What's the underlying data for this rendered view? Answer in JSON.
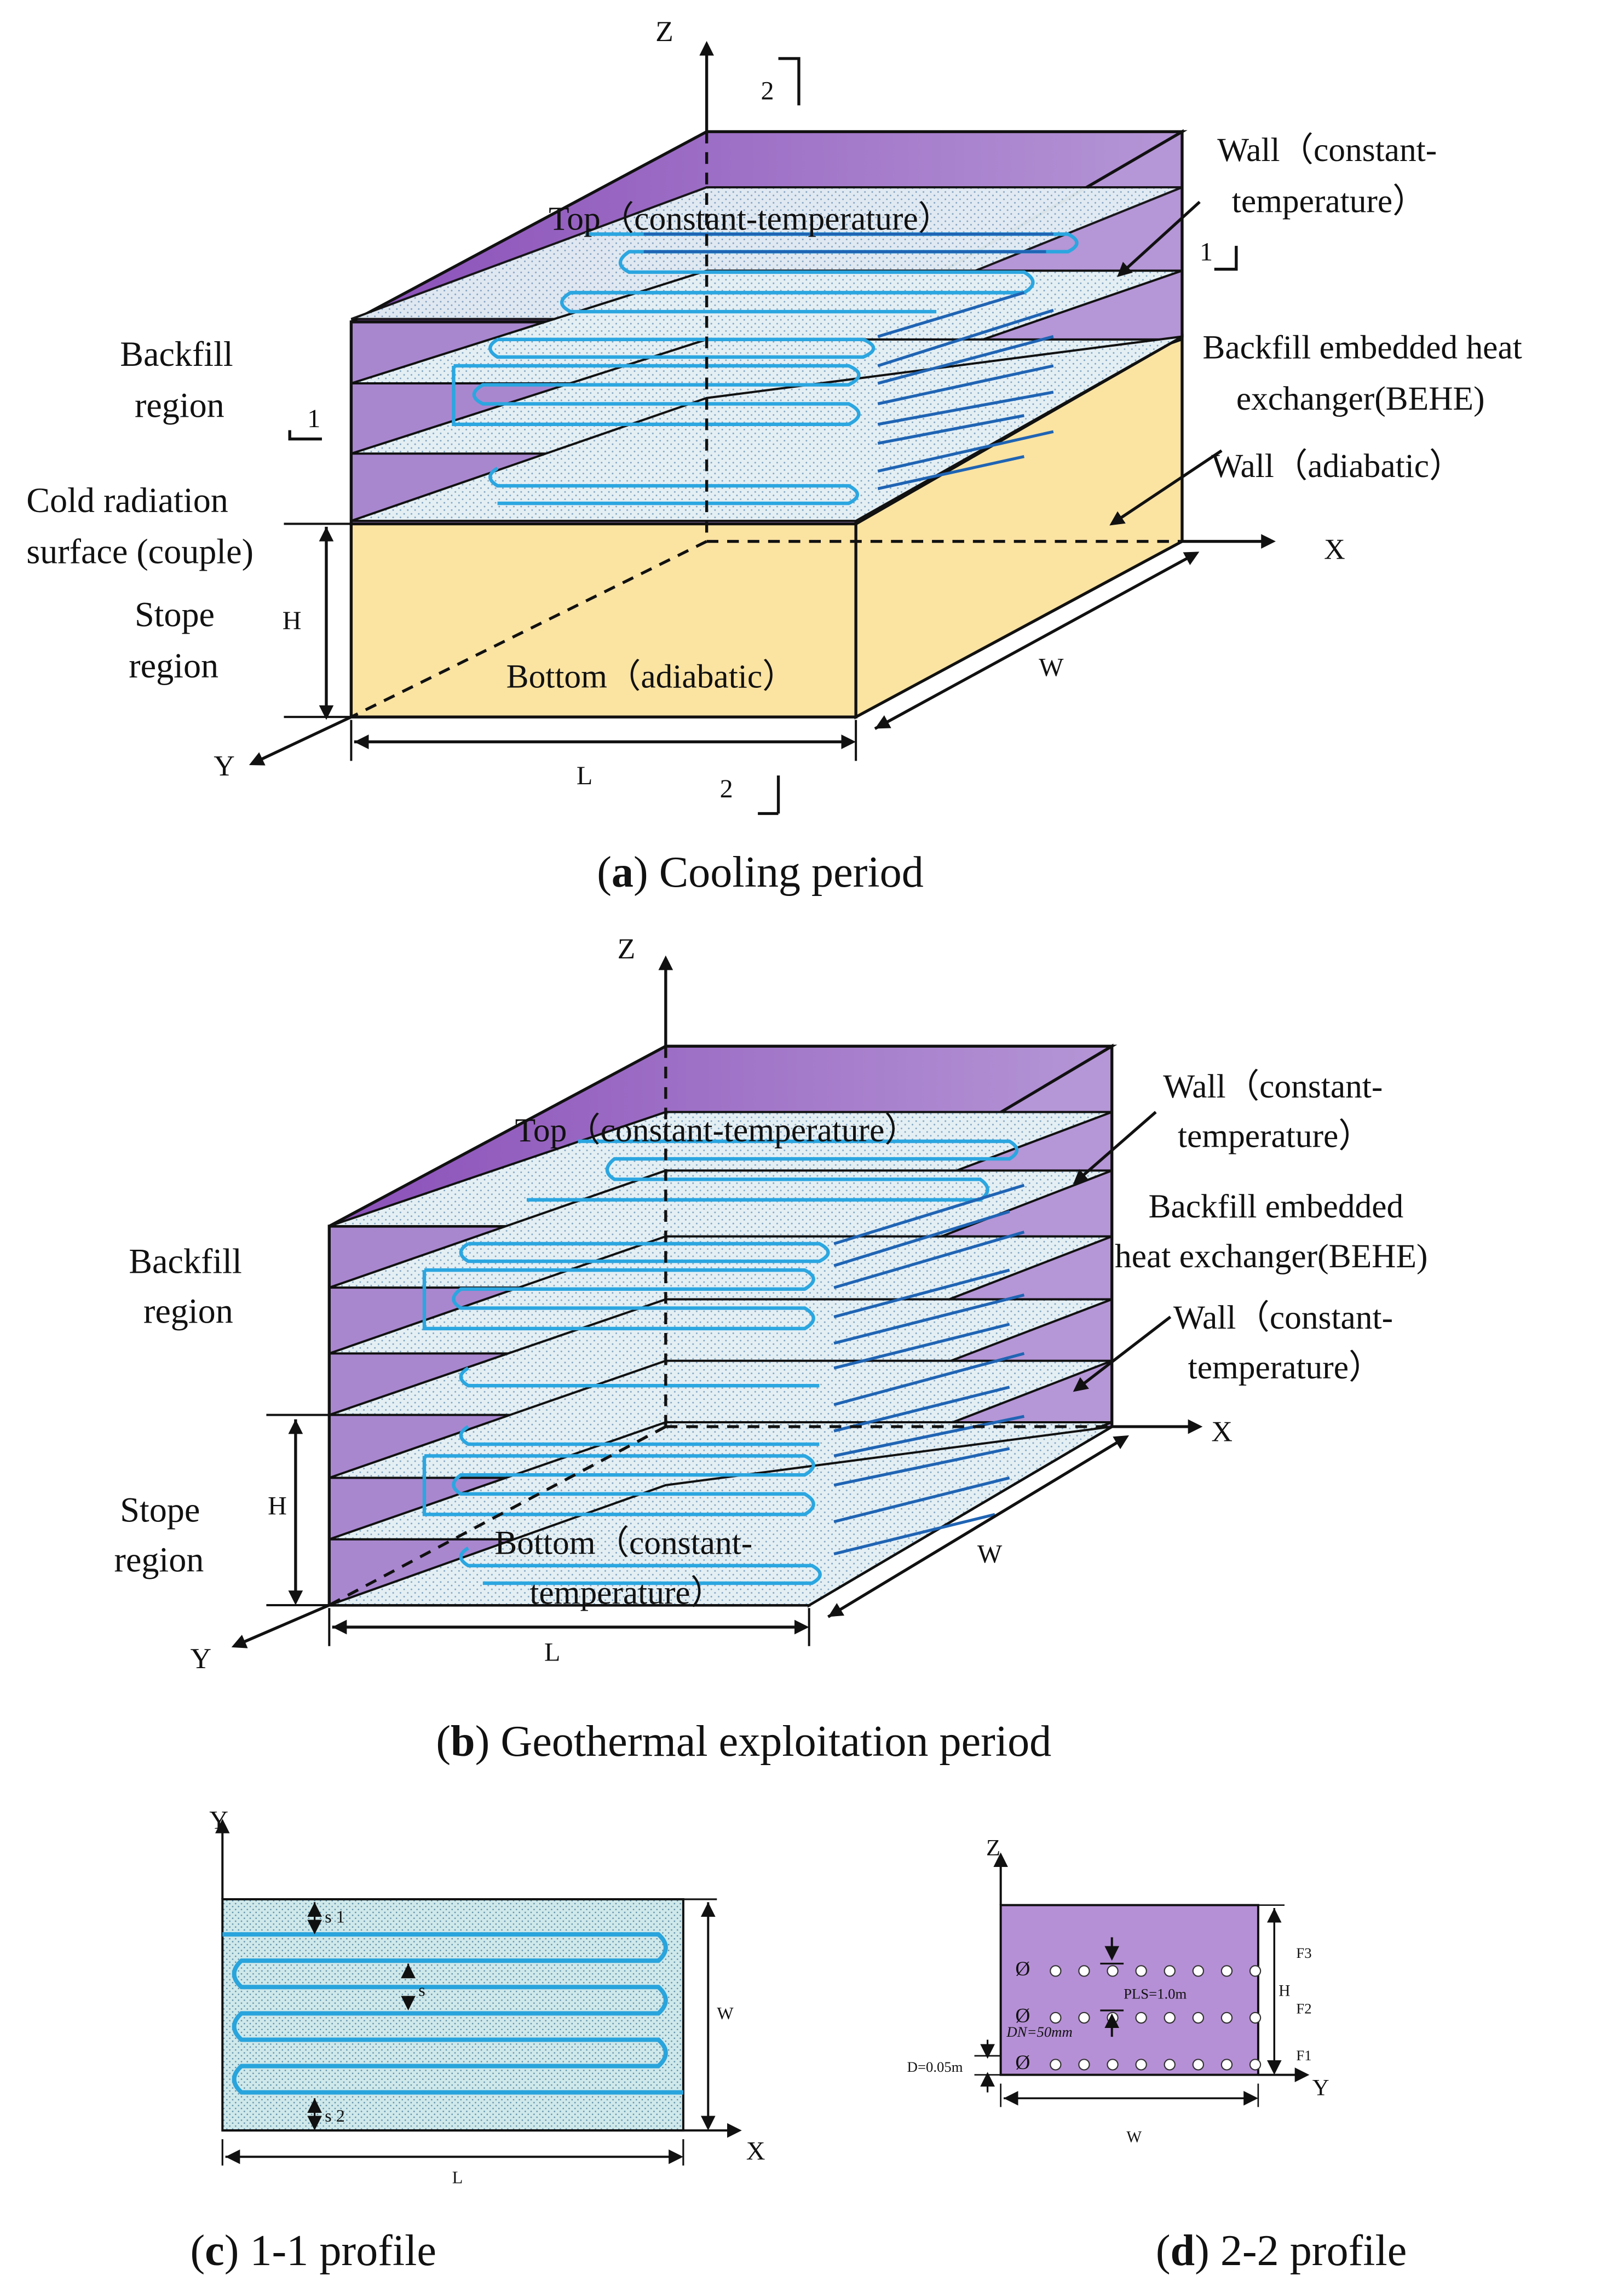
{
  "panel_a": {
    "caption_letter": "a",
    "caption_text": " Cooling period",
    "axis_z": "Z",
    "axis_x": "X",
    "axis_y": "Y",
    "top": "Top（constant-temperature）",
    "wall_const_1": "Wall（constant-",
    "wall_const_2": "temperature）",
    "behe_1": "Backfill embedded heat",
    "behe_2": "exchanger(BEHE)",
    "wall_adiabatic": "Wall（adiabatic）",
    "backfill_1": "Backfill",
    "backfill_2": "region",
    "cold_1": "Cold radiation",
    "cold_2": "surface (couple)",
    "stope_1": "Stope",
    "stope_2": "region",
    "bottom": "Bottom（adiabatic）",
    "dim_h": "H",
    "dim_l": "L",
    "dim_w": "W",
    "section_1": "1",
    "section_2": "2"
  },
  "panel_b": {
    "caption_letter": "b",
    "caption_text": " Geothermal exploitation period",
    "axis_z": "Z",
    "axis_x": "X",
    "axis_y": "Y",
    "top": "Top（constant-temperature）",
    "wall_top_1": "Wall（constant-",
    "wall_top_2": "temperature）",
    "behe_1": "Backfill embedded",
    "behe_2": "heat exchanger(BEHE)",
    "wall_bot_1": "Wall（constant-",
    "wall_bot_2": "temperature）",
    "backfill_1": "Backfill",
    "backfill_2": "region",
    "stope_1": "Stope",
    "stope_2": "region",
    "bottom_1": "Bottom（constant-",
    "bottom_2": "temperature）",
    "dim_h": "H",
    "dim_l": "L",
    "dim_w": "W"
  },
  "panel_c": {
    "caption_letter": "c",
    "caption_text": " 1-1 profile",
    "axis_y": "Y",
    "axis_x": "X",
    "s1": "s 1",
    "s": "s",
    "s2": "s 2",
    "dim_w": "W",
    "dim_l": "L"
  },
  "panel_d": {
    "caption_letter": "d",
    "caption_text": " 2-2 profile",
    "axis_z": "Z",
    "axis_y": "Y",
    "pls": "PLS=1.0m",
    "dn": "DN=50mm",
    "d": "D=0.05m",
    "f1": "F1",
    "f2": "F2",
    "f3": "F3",
    "dim_h": "H",
    "dim_w": "W",
    "diameter_symbol": "Ø"
  },
  "colors": {
    "purple_light": "#b08ad0",
    "purple_dark": "#8a4fb8",
    "yellow": "#fbe3a2",
    "speckle": "#d8ecf0",
    "pipe_light": "#2ba6e0",
    "pipe_dark": "#1f64b4"
  }
}
